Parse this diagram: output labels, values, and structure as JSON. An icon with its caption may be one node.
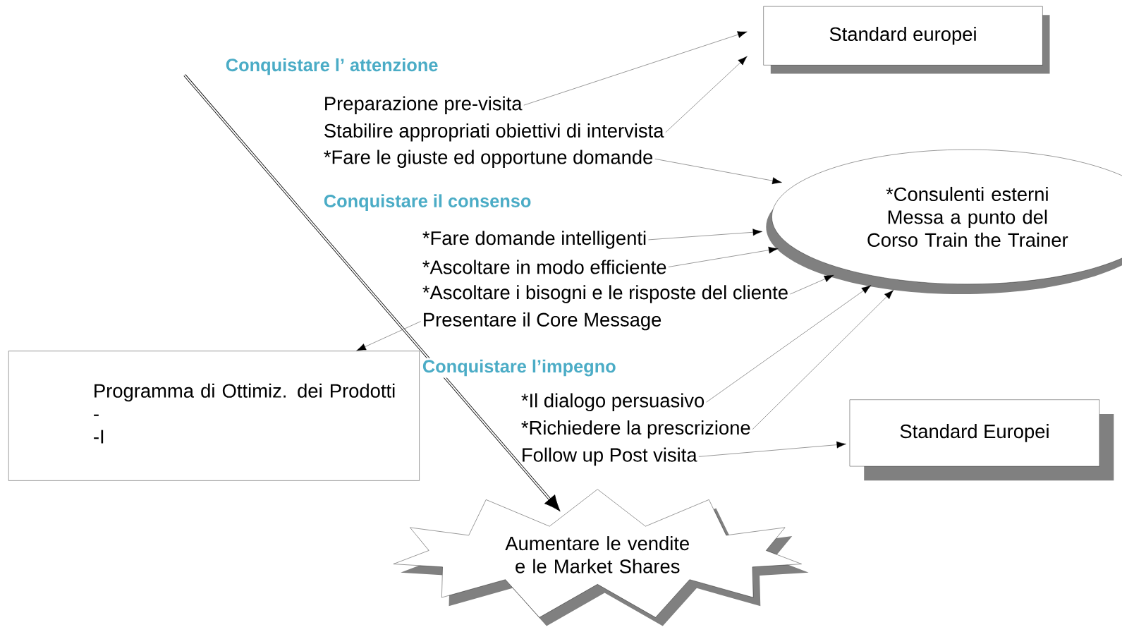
{
  "diagram": {
    "nodes": [
      {
        "text": [
          "Standard europei"
        ]
      },
      {
        "text": [
          "*Consulenti esterni Messa a punto del Corso Train the Trainer"
        ]
      },
      {
        "text": [
          "Standard Europei"
        ]
      },
      {
        "text": [
          "Programma di Ottimiz. dei Prodotti",
          "-",
          "-I"
        ]
      },
      {
        "text": [
          "Aumentare le vendite e le Market Shares"
        ]
      },
      {
        "text": [
          "Preparazione pre-visita"
        ]
      },
      {
        "text": [
          "Stabilire appropriati obiettivi di intervista"
        ]
      },
      {
        "text": [
          "*Fare le giuste ed opportune domande"
        ]
      },
      {
        "text": [
          "*Fare domande intelligenti"
        ]
      },
      {
        "text": [
          "*Ascoltare in modo efficiente"
        ]
      },
      {
        "text": [
          "*Ascoltare i bisogni e le risposte del cliente"
        ]
      },
      {
        "text": [
          "Presentare il Core Message"
        ]
      },
      {
        "text": [
          "*Il dialogo persuasivo"
        ]
      },
      {
        "text": [
          "*Richiedere la prescrizione"
        ]
      },
      {
        "text": [
          "Follow up Post visita"
        ]
      }
    ],
    "edges": [
      {
        "from": 5,
        "to": 0,
        "arrow": "to"
      },
      {
        "from": 6,
        "to": 0,
        "arrow": "to"
      },
      {
        "from": 7,
        "to": 1,
        "arrow": "to"
      },
      {
        "from": 8,
        "to": 1,
        "arrow": "to"
      },
      {
        "from": 9,
        "to": 1,
        "arrow": "to"
      },
      {
        "from": 10,
        "to": 1,
        "arrow": "to"
      },
      {
        "from": 11,
        "to": 3,
        "arrow": "to"
      },
      {
        "from": 12,
        "to": 1,
        "arrow": "to"
      },
      {
        "from": 13,
        "to": 1,
        "arrow": "to"
      },
      {
        "from": 14,
        "to": 2,
        "arrow": "to"
      },
      {
        "from": null,
        "to": 4,
        "arrow": "to",
        "style": "thick"
      }
    ],
    "labels": [
      "Conquistare l’ attenzione",
      "Conquistare il consenso",
      "Conquistare l’impegno"
    ]
  }
}
